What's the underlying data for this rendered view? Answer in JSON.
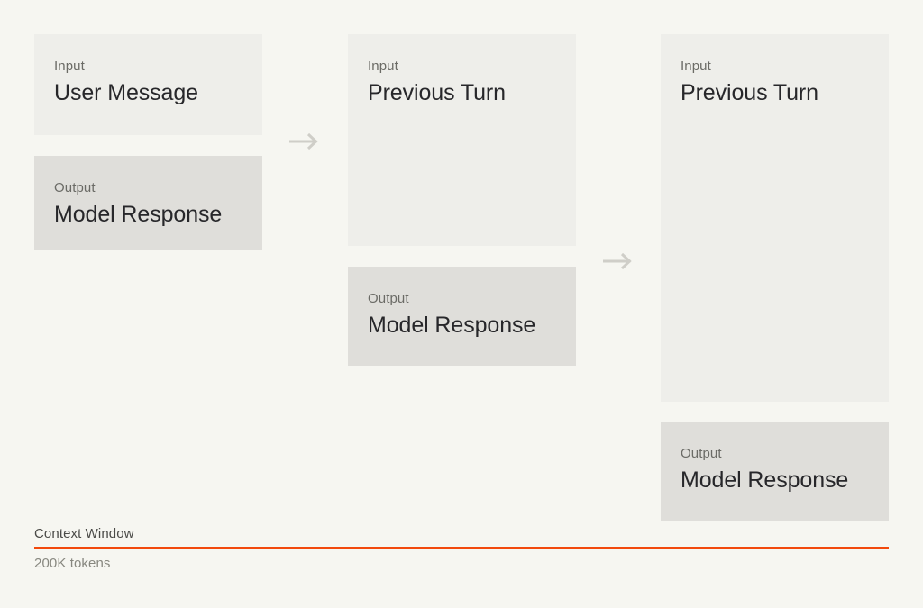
{
  "diagram": {
    "background_color": "#f6f6f1",
    "input_card_color": "#eeeeea",
    "output_card_color": "#dfdeda",
    "arrow_color": "#cfcec8",
    "accent_color": "#f2490c",
    "columns": [
      {
        "name": "turn-1",
        "input": {
          "kicker": "Input",
          "title": "User Message"
        },
        "output": {
          "kicker": "Output",
          "title": "Model Response"
        }
      },
      {
        "name": "turn-2",
        "input": {
          "kicker": "Input",
          "title": "Previous Turn"
        },
        "output": {
          "kicker": "Output",
          "title": "Model Response"
        }
      },
      {
        "name": "turn-3",
        "input": {
          "kicker": "Input",
          "title": "Previous Turn"
        },
        "output": {
          "kicker": "Output",
          "title": "Model Response"
        }
      }
    ],
    "arrows": [
      {
        "name": "arrow-turn-1-to-2",
        "icon": "arrow-right-icon"
      },
      {
        "name": "arrow-turn-2-to-3",
        "icon": "arrow-right-icon"
      }
    ],
    "context_window": {
      "label": "Context Window",
      "value": "200K tokens"
    }
  }
}
